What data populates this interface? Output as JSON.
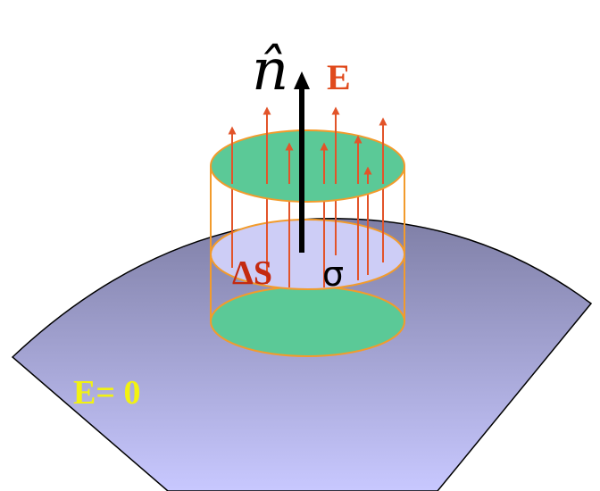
{
  "labels": {
    "normal": "n̂",
    "field": "E",
    "area": "ΔS",
    "charge_density": "σ",
    "inside_field": "E= 0"
  },
  "colors": {
    "surface_top": "#7f7fa6",
    "surface_bottom": "#c8c8ff",
    "cap_fill": "#5bc997",
    "slice_fill": "#cdcdf6",
    "outline": "#f29b2c",
    "field_lines": "#e2542a",
    "normal_arrow": "#000000",
    "label_E": "#e04a1c",
    "label_dS": "#c42a10",
    "label_E0": "#f2f212"
  },
  "field_line_count": 8
}
